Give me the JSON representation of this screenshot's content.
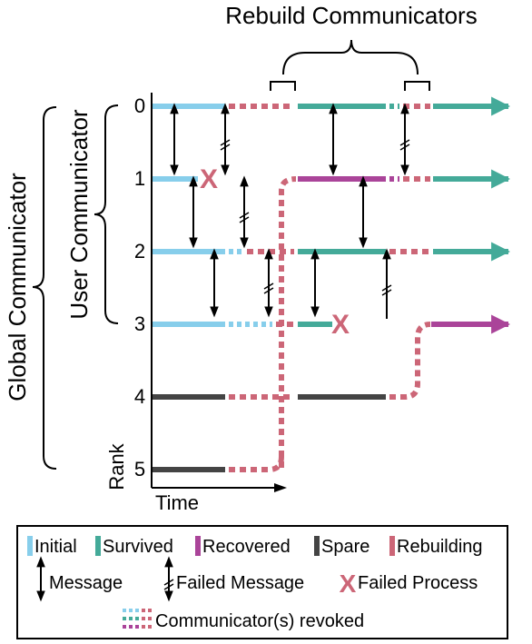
{
  "title": "Rebuild Communicators",
  "labels": {
    "global_comm": "Global Communicator",
    "user_comm": "User Communicator",
    "rank": "Rank",
    "time": "Time"
  },
  "ranks": [
    "0",
    "1",
    "2",
    "3",
    "4",
    "5"
  ],
  "legend": {
    "initial": "Initial",
    "survived": "Survived",
    "recovered": "Recovered",
    "spare": "Spare",
    "rebuilding": "Rebuilding",
    "message": "Message",
    "failed_message": "Failed Message",
    "failed_process": "Failed Process",
    "revoked": "Communicator(s) revoked"
  },
  "colors": {
    "initial": "#87ceeb",
    "survived": "#44aa99",
    "recovered": "#aa4499",
    "spare": "#444444",
    "rebuilding": "#cc6677",
    "failed": "#cc6677"
  }
}
